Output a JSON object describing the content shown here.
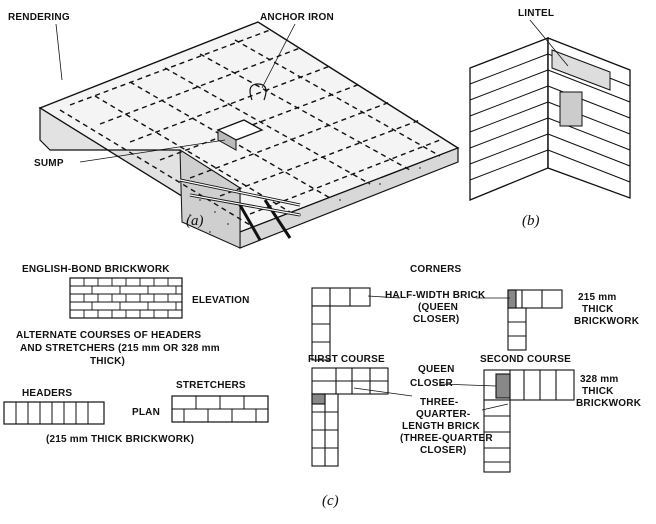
{
  "figure_a": {
    "caption": "(a)",
    "labels": {
      "rendering": "RENDERING",
      "anchor_iron": "ANCHOR IRON",
      "sump": "SUMP"
    }
  },
  "figure_b": {
    "caption": "(b)",
    "labels": {
      "lintel": "LINTEL"
    }
  },
  "figure_c": {
    "caption": "(c)",
    "english_bond": {
      "title": "ENGLISH-BOND BRICKWORK",
      "elevation": "ELEVATION",
      "description_lines": [
        "ALTERNATE COURSES OF HEADERS",
        "AND STRETCHERS (215 mm OR 328 mm",
        "THICK)"
      ],
      "headers": "HEADERS",
      "plan": "PLAN",
      "stretchers": "STRETCHERS",
      "thickness_note": "(215 mm THICK BRICKWORK)"
    },
    "corners": {
      "title": "CORNERS",
      "half_width_lines": [
        "HALF-WIDTH BRICK",
        "(QUEEN",
        "CLOSER)"
      ],
      "thick_215_lines": [
        "215 mm",
        "THICK",
        "BRICKWORK"
      ],
      "first_course": "FIRST COURSE",
      "second_course": "SECOND COURSE",
      "queen_closer_lines": [
        "QUEEN",
        "CLOSER"
      ],
      "three_quarter_lines": [
        "THREE-",
        "QUARTER-",
        "LENGTH BRICK",
        "(THREE-QUARTER",
        "CLOSER)"
      ],
      "thick_328_lines": [
        "328 mm",
        "THICK",
        "BRICKWORK"
      ]
    }
  }
}
